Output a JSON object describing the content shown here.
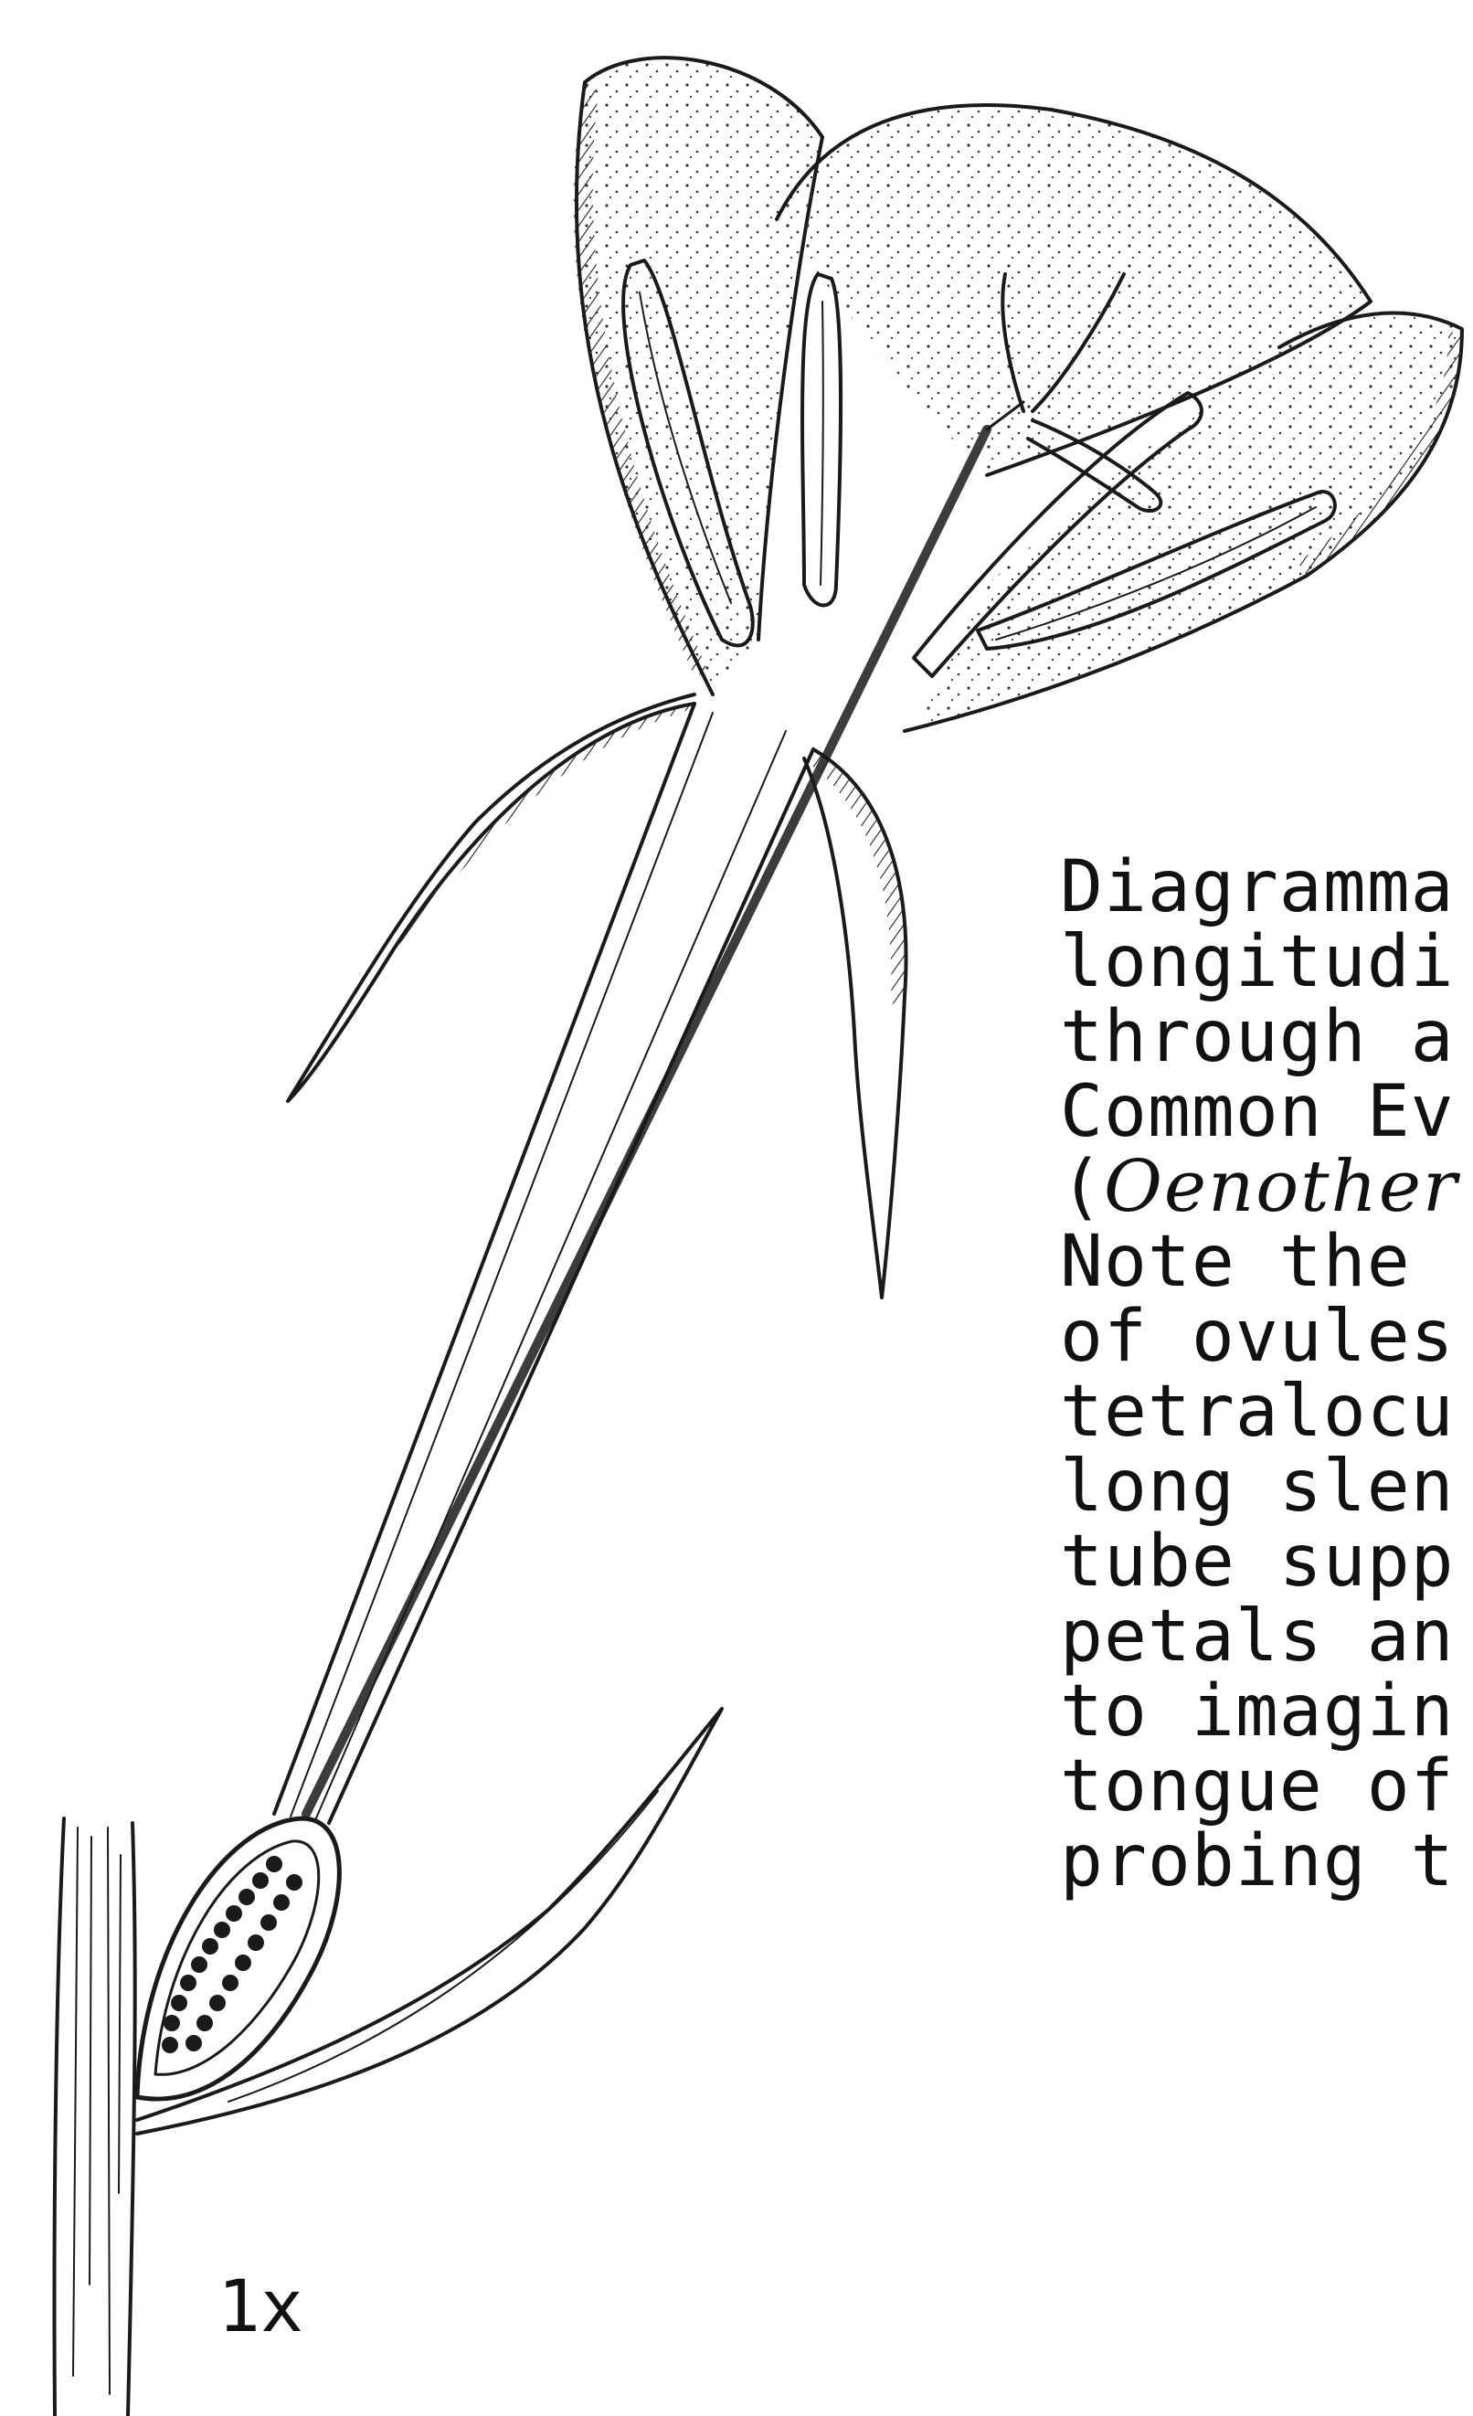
{
  "caption": {
    "lines": [
      "Diagramma",
      "longitudi",
      "through a",
      "Common Ev",
      "Oenother",
      "Note the",
      "of ovules",
      "tetralocu",
      "long slen",
      "tube supp",
      "petals an",
      "to imagin",
      "tongue of",
      "probing t"
    ],
    "open_paren": "("
  },
  "scale_label": "1x",
  "colors": {
    "ink": "#1a1a1a",
    "paper": "#ffffff"
  }
}
